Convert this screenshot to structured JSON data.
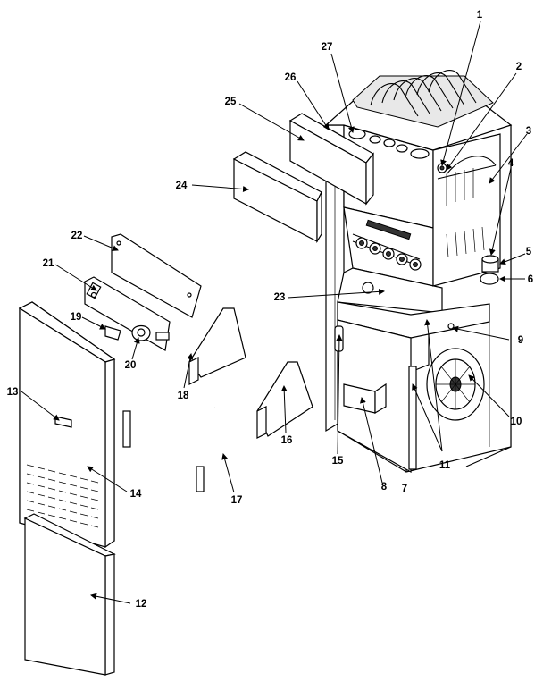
{
  "diagram": {
    "callouts": [
      "1",
      "2",
      "3",
      "4",
      "5",
      "6",
      "7",
      "8",
      "9",
      "10",
      "11",
      "12",
      "13",
      "14",
      "15",
      "16",
      "17",
      "18",
      "19",
      "20",
      "21",
      "22",
      "23",
      "24",
      "25",
      "26",
      "27"
    ]
  }
}
